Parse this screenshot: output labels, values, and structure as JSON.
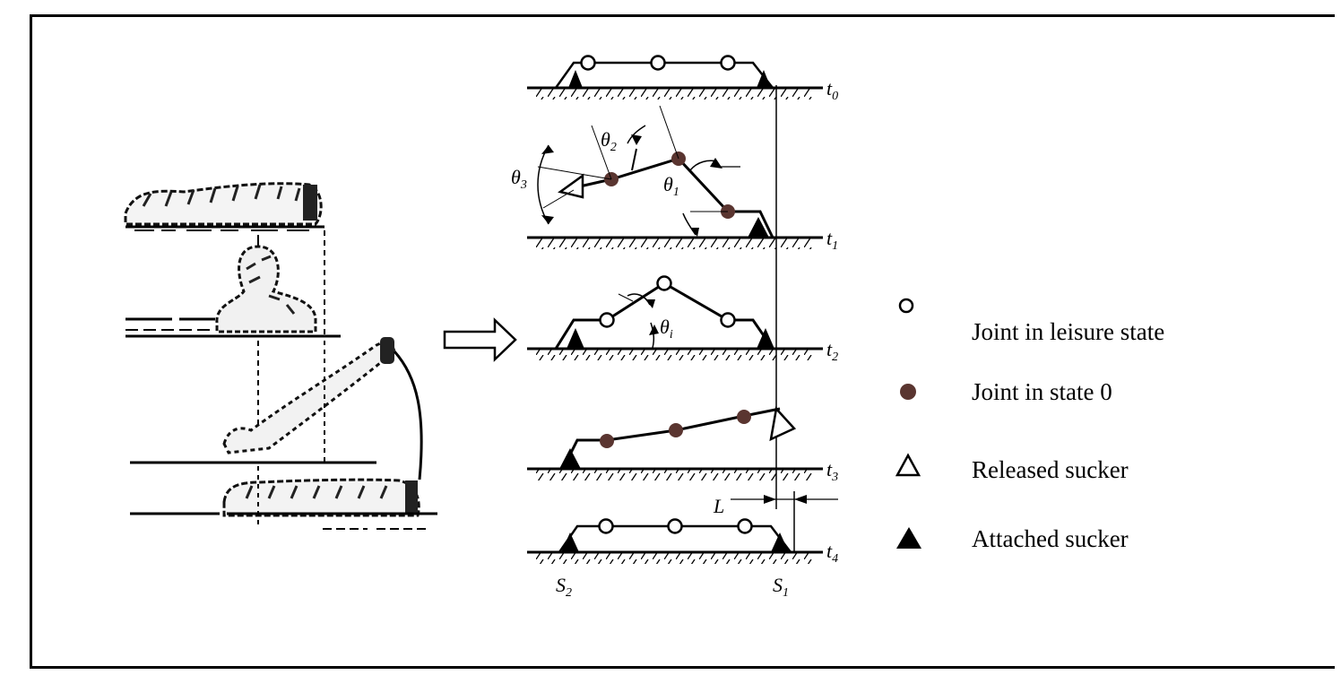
{
  "steps": [
    {
      "label": "t",
      "sub": "0"
    },
    {
      "label": "t",
      "sub": "1"
    },
    {
      "label": "t",
      "sub": "2"
    },
    {
      "label": "t",
      "sub": "3"
    },
    {
      "label": "t",
      "sub": "4"
    }
  ],
  "angles": {
    "theta1": {
      "label": "θ",
      "sub": "1"
    },
    "theta2": {
      "label": "θ",
      "sub": "2"
    },
    "theta3": {
      "label": "θ",
      "sub": "3"
    },
    "thetai": {
      "label": "θ",
      "sub": "i"
    }
  },
  "distance_label": "L",
  "sucker_labels": {
    "s1": {
      "label": "S",
      "sub": "1"
    },
    "s2": {
      "label": "S",
      "sub": "2"
    }
  },
  "legend": [
    {
      "label": "Joint in leisure state"
    },
    {
      "label": "Joint in state 0"
    },
    {
      "label": "Released sucker"
    },
    {
      "label": "Attached sucker"
    }
  ],
  "colors": {
    "joint_state0": "#5a3530",
    "line": "#000000"
  }
}
